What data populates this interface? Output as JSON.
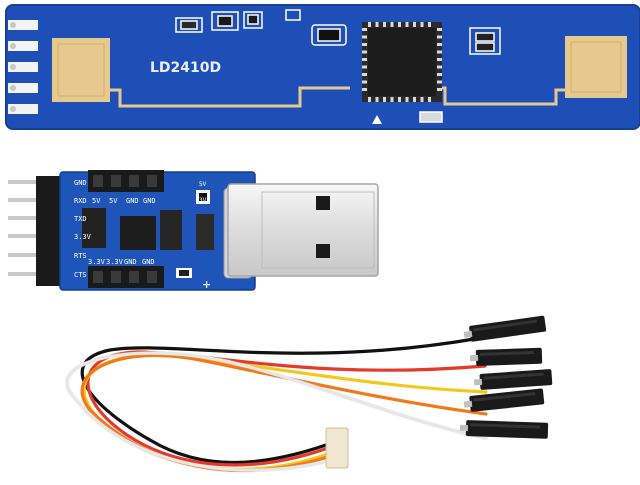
{
  "radar_module": {
    "label": "LD2410D",
    "colors": {
      "pcb": "#1e4fb6",
      "pcb_edge": "#163f95",
      "antenna": "#e7c98f",
      "chip": "#1c1c1c"
    }
  },
  "usb_adapter": {
    "header_labels": [
      "GND",
      "RXD",
      "TXD",
      "3.3V",
      "RTS",
      "CTS"
    ],
    "top_labels": [
      "5V",
      "5V",
      "GND",
      "GND"
    ],
    "bottom_labels": [
      "3.3V",
      "3.3V",
      "GND",
      "GND"
    ],
    "jumper_labels": [
      "5V",
      "3V3"
    ],
    "polarity_mark": "+",
    "colors": {
      "pcb": "#1f55b8",
      "header": "#1a1a1a",
      "pin": "#c9c9c9",
      "usb_metal": "#e6e6e6"
    }
  },
  "cable": {
    "wire_colors": [
      "#111111",
      "#e33a2c",
      "#f2c81c",
      "#f07a1a",
      "#f4f4f4"
    ],
    "connector_color": "#1a1a1a"
  }
}
